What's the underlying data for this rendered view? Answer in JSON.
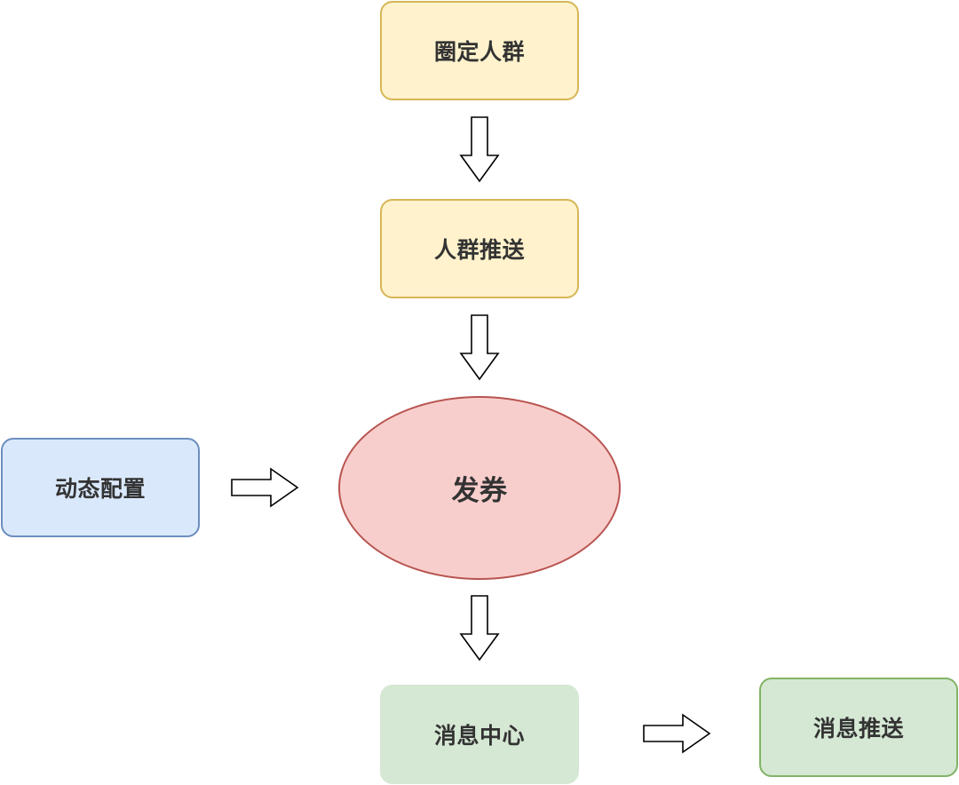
{
  "nodes": {
    "circle_people": "圈定人群",
    "push_people": "人群推送",
    "dynamic_config": "动态配置",
    "issue_coupon": "发券",
    "message_center": "消息中心",
    "message_push": "消息推送"
  },
  "colors": {
    "yellow_fill": "#fff2cc",
    "yellow_stroke": "#d6b656",
    "blue_fill": "#dae8fc",
    "blue_stroke": "#6c8ebf",
    "green_fill": "#d5e8d4",
    "green_stroke": "#82b366",
    "red_fill": "#f8cecc",
    "red_stroke": "#b85450"
  }
}
